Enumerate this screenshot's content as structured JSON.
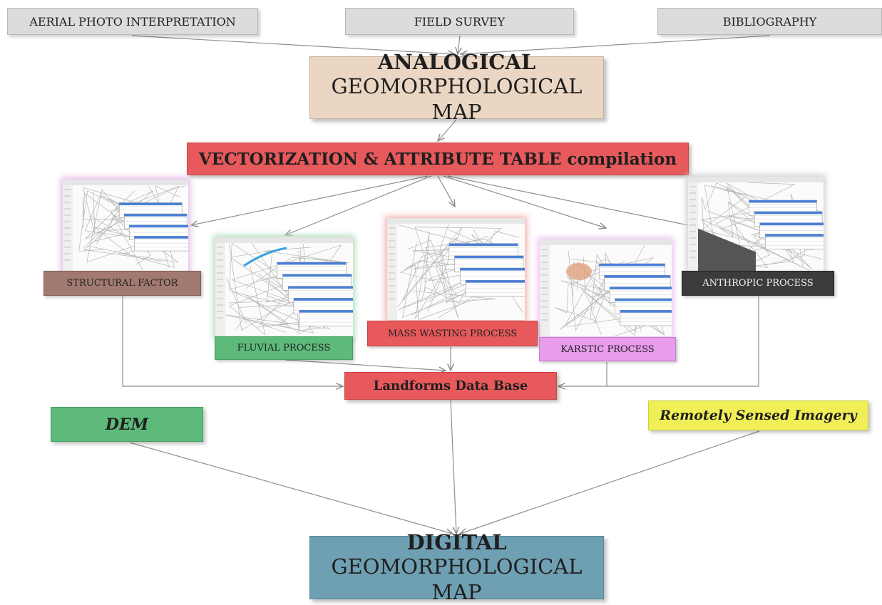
{
  "sources": [
    {
      "label": "AERIAL PHOTO INTERPRETATION"
    },
    {
      "label": "FIELD SURVEY"
    },
    {
      "label": "BIBLIOGRAPHY"
    }
  ],
  "analogical_map": {
    "line1": "ANALOGICAL",
    "line2": "GEOMORPHOLOGICAL MAP"
  },
  "vectorization": {
    "label": "VECTORIZATION & ATTRIBUTE TABLE compilation"
  },
  "processes": [
    {
      "label": "STRUCTURAL FACTOR",
      "color": "#a27a72"
    },
    {
      "label": "FLUVIAL PROCESS",
      "color": "#5dba7a"
    },
    {
      "label": "MASS WASTING PROCESS",
      "color": "#e7595b"
    },
    {
      "label": "KARSTIC PROCESS",
      "color": "#e79cec"
    },
    {
      "label": "ANTHROPIC PROCESS",
      "color": "#3c3c3c"
    }
  ],
  "landforms_db": {
    "label": "Landforms Data Base"
  },
  "dem": {
    "label": "DEM"
  },
  "remote_sensing": {
    "label": "Remotely Sensed Imagery"
  },
  "digital_map": {
    "line1": "DIGITAL",
    "line2": "GEOMORPHOLOGICAL MAP"
  },
  "colors": {
    "analogical": "#ead6c3",
    "digital": "#6f9fb2",
    "red_box": "#e7595b",
    "green_box": "#5dba7a",
    "yellow_box": "#f0ef57",
    "source_box": "#dcdcdc",
    "gis_window_bar": "#4a7fd6"
  },
  "icons": [
    "gis-screenshot-thumbnail"
  ]
}
